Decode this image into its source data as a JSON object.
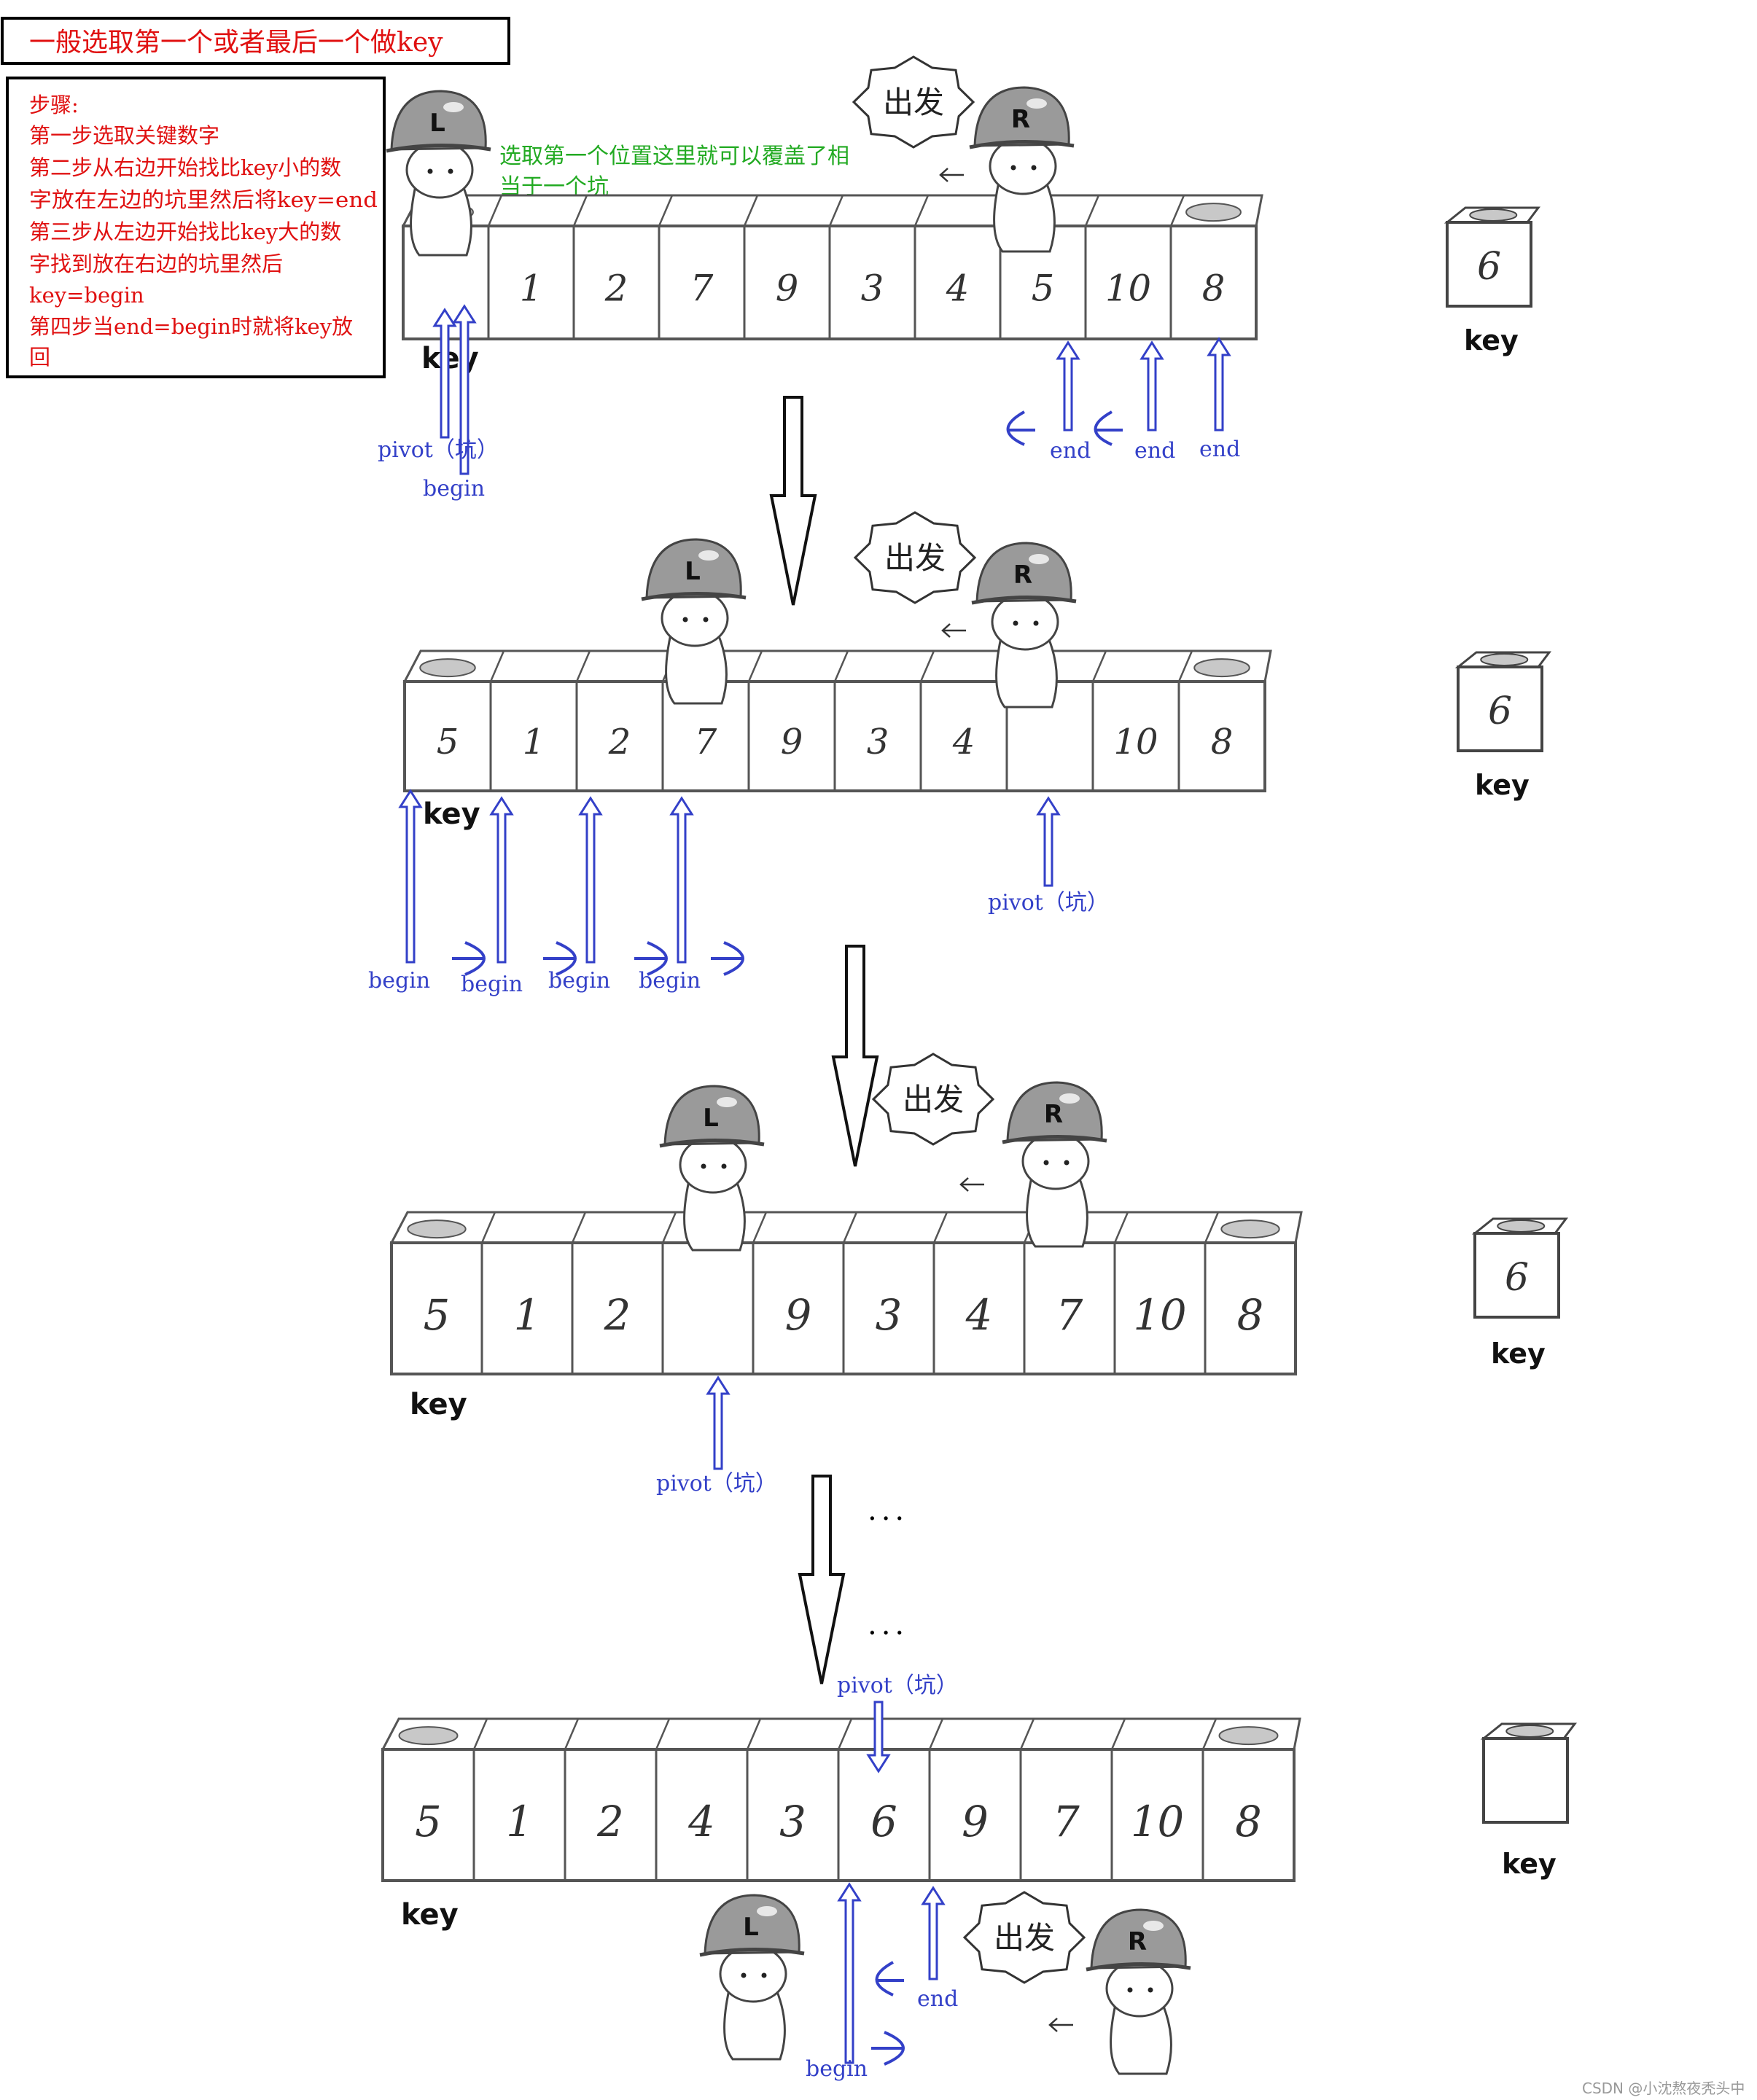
{
  "title": "一般选取第一个或者最后一个做key",
  "steps": [
    "步骤:",
    "第一步选取关键数字",
    "第二步从右边开始找比key小的数",
    "字放在左边的坑里然后将key=end",
    "第三步从左边开始找比key大的数",
    "字找到放在右边的坑里然后",
    "key=begin",
    "第四步当end=begin时就将key放",
    "回"
  ],
  "note": [
    "选取第一个位置这里就可以覆盖了相",
    "当于一个坑"
  ],
  "characters": {
    "left": "L",
    "right": "R",
    "bubble": "出发"
  },
  "arrays": [
    {
      "cells": [
        "",
        "1",
        "2",
        "7",
        "9",
        "3",
        "4",
        "5",
        "10",
        "8"
      ],
      "key_box": "6"
    },
    {
      "cells": [
        "5",
        "1",
        "2",
        "7",
        "9",
        "3",
        "4",
        "",
        "10",
        "8"
      ],
      "key_box": "6"
    },
    {
      "cells": [
        "5",
        "1",
        "2",
        "",
        "9",
        "3",
        "4",
        "7",
        "10",
        "8"
      ],
      "key_box": "6"
    },
    {
      "cells": [
        "5",
        "1",
        "2",
        "4",
        "3",
        "6",
        "9",
        "7",
        "10",
        "8"
      ],
      "key_box": ""
    }
  ],
  "labels": {
    "key": "key",
    "pivot": "pivot（坑）",
    "begin": "begin",
    "end": "end",
    "dots": "..."
  },
  "watermark": "CSDN @小沈熬夜秃头中"
}
